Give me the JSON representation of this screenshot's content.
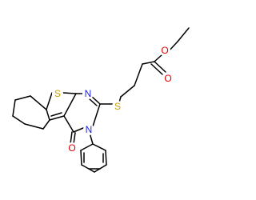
{
  "molecule": {
    "atoms": {
      "s_thiophene": "S",
      "n_ring_upper": "N",
      "s_thioether": "S",
      "n_ring_phenyl": "N",
      "o_carbonyl_ring": "O",
      "o_ester_alkoxy": "O",
      "o_ester_carbonyl": "O"
    }
  },
  "colors": {
    "bond": "#000000",
    "sulfur": "#C8A000",
    "nitrogen": "#1E1EE0",
    "oxygen": "#E00000",
    "background": "#ffffff"
  }
}
